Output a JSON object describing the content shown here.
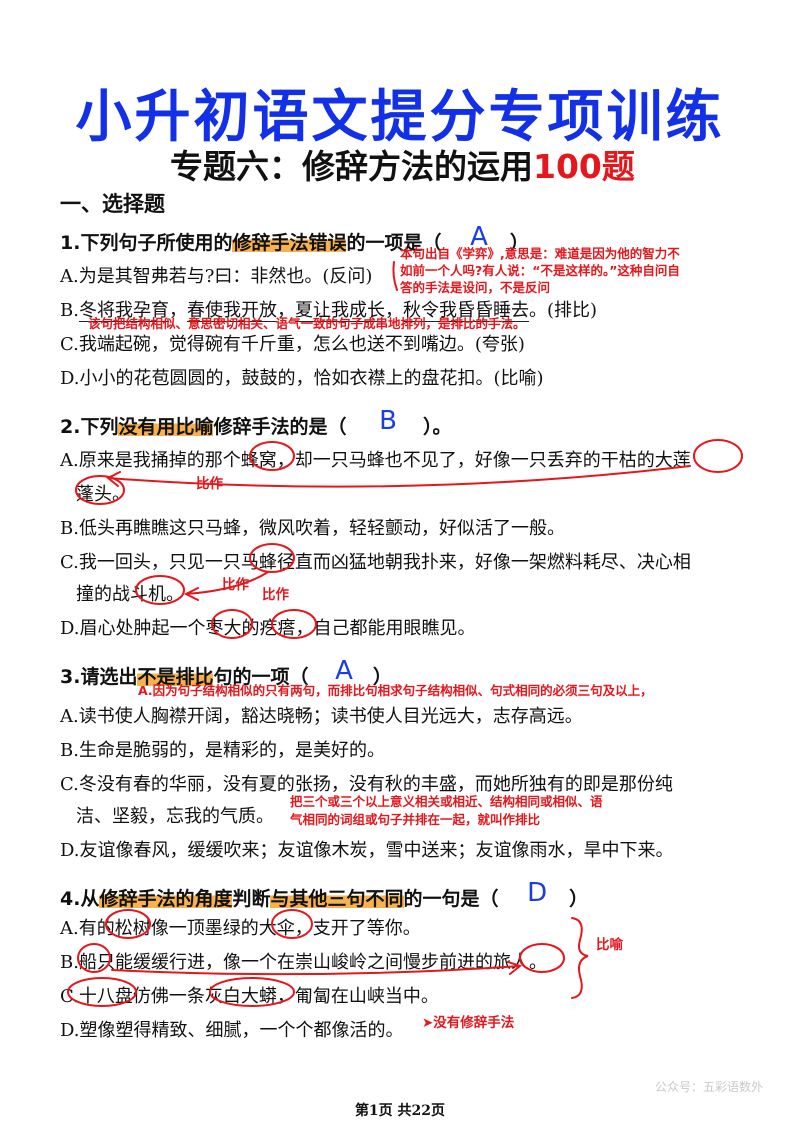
{
  "title": "小升初语文提分专项训练",
  "subtitle_main": "专题六：修辞方法的运用",
  "subtitle_num": "100题",
  "section": "一、选择题",
  "q1": {
    "pre": "1.下列句子所使用的",
    "hl": "修辞手法错误",
    "post": "的一项是（",
    "ans": "A",
    "close": "）",
    "a": "A.为是其智弗若与?曰：非然也。(反问)",
    "b_parts": [
      "冬将我孕育",
      "，",
      "春使我开放",
      "，",
      "夏让我成长",
      "，",
      "秋令我昏昏睡去",
      "。(排比)"
    ],
    "b_prefix": "B.",
    "c": "C.我端起碗，觉得碗有千斤重，怎么也送不到嘴边。(夸张)",
    "d": "D.小小的花苞圆圆的，鼓鼓的，恰如衣襟上的盘花扣。(比喻)",
    "note_a1": "本句出自《学弈》,意思是：难道是因为他的智力不",
    "note_a2": "如前一个人吗?有人说：“不是这样的。”这种自问自",
    "note_a3": "答的手法是设问，不是反问",
    "note_b": "该句把结构相似、意思密切相关、语气一致的句子成串地排列，是排比的手法。"
  },
  "q2": {
    "pre": "2.下列",
    "hl": "没有用比喻",
    "post": "修辞手法的是（",
    "ans": "B",
    "close": "）。",
    "a1": "A.原来是我捅掉的那个蜂窝，却一只马蜂也不见了，好像一只丢弃的干枯的大莲",
    "a2": "蓬头。",
    "b": "B.低头再瞧瞧这只马蜂，微风吹着，轻轻颤动，好似活了一般。",
    "c1": "C.我一回头，只见一只马蜂径直而凶猛地朝我扑来，好像一架燃料耗尽、决心相",
    "c2": "撞的战斗机。",
    "d": "D.眉心处肿起一个枣大的疙瘩，自己都能用眼瞧见。",
    "note1": "比作",
    "note2": "比作",
    "note3": "比作"
  },
  "q3": {
    "pre": "3.请选出",
    "hl": "不是排比",
    "post": "句的一项（",
    "ans": "A",
    "close": "）",
    "note": "A.因为句子结构相似的只有两句，而排比句相求句子结构相似、句式相同的必须三句及以上，",
    "a": "A.读书使人胸襟开阔，豁达晓畅；读书使人目光远大，志存高远。",
    "b": "B.生命是脆弱的，是精彩的，是美好的。",
    "c1": "C.冬没有春的华丽，没有夏的张扬，没有秋的丰盛，而她所独有的即是那份纯",
    "c2": "洁、坚毅，忘我的气质。",
    "note_c1": "把三个或三个以上意义相关或相近、结构相同或相似、语",
    "note_c2": "气相同的词组或句子并排在一起，就叫作排比",
    "d": "D.友谊像春风，缓缓吹来；友谊像木炭，雪中送来；友谊像雨水，旱中下来。"
  },
  "q4": {
    "pre": "4.从",
    "hl1": "修辞手法的角度",
    "mid": "判断",
    "hl2": "与其他三句不同",
    "post": "的一句是（",
    "ans": "D",
    "close": "）",
    "a": "A.有的松树像一顶墨绿的大伞，支开了等你。",
    "b": "B.船只能缓缓行进，像一个在崇山峻岭之间慢步前进的旅人。",
    "c": "C.十八盘仿佛一条灰白大蟒，匍匐在山峡当中。",
    "d": "D.塑像塑得精致、细腻，一个个都像活的。",
    "note_bracket": "比喻",
    "note_d": "➤没有修辞手法"
  },
  "footer": "第1页 共22页",
  "watermark": "公众号：五彩语数外"
}
